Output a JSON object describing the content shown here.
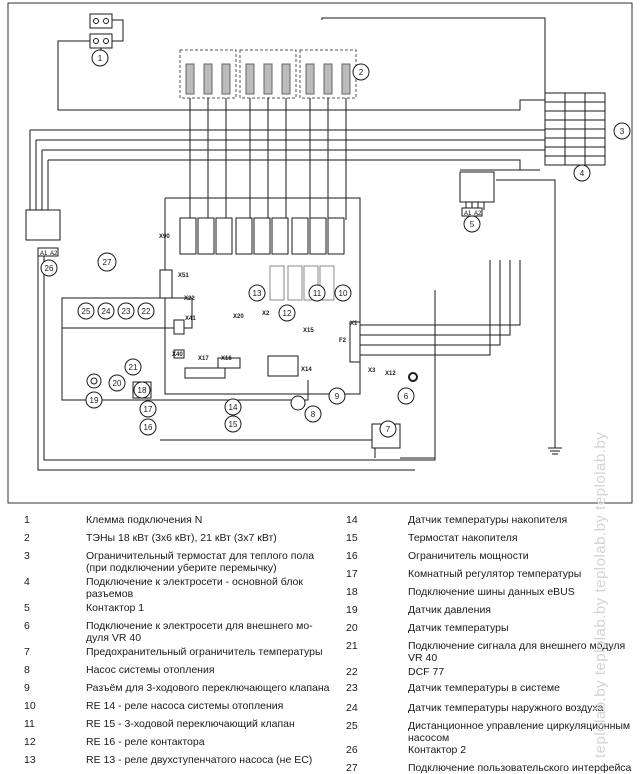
{
  "callouts": [
    "1",
    "2",
    "3",
    "4",
    "5",
    "6",
    "7",
    "8",
    "9",
    "10",
    "11",
    "12",
    "13",
    "14",
    "15",
    "16",
    "17",
    "18",
    "19",
    "20",
    "21",
    "22",
    "23",
    "24",
    "25",
    "26",
    "27"
  ],
  "board_labels": {
    "x90": "X90",
    "x51": "X51",
    "x22": "X22",
    "x41": "X41",
    "x40": "X40",
    "x20": "X20",
    "x2": "X2",
    "x15": "X15",
    "x14": "X14",
    "x17": "X17",
    "x16": "X16",
    "x1": "X1",
    "x3": "X3",
    "x12": "X12",
    "f2": "F2",
    "term_a1": "A1",
    "term_a2": "A2"
  },
  "legend": [
    {
      "num": "1",
      "text": "Клемма подключения N"
    },
    {
      "num": "2",
      "text": "ТЭНы 18 кВт (3х6 кВт), 21 кВт (3х7 кВт)"
    },
    {
      "num": "3",
      "text": "Ограничительный термостат для теплого пола\n(при подключении уберите перемычку)"
    },
    {
      "num": "4",
      "text": "Подключение к электросети - основной блок\nразъемов"
    },
    {
      "num": "5",
      "text": "Контактор 1"
    },
    {
      "num": "6",
      "text": "Подключение к электросети для внешнего мо-\nдуля VR 40"
    },
    {
      "num": "7",
      "text": "Предохранительный ограничитель температуры"
    },
    {
      "num": "8",
      "text": "Насос системы отопления"
    },
    {
      "num": "9",
      "text": "Разъём для 3-ходового переключающего клапана"
    },
    {
      "num": "10",
      "text": "RE 14 - реле насоса системы отопления"
    },
    {
      "num": "11",
      "text": "RE 15 - 3-ходовой переключающий клапан"
    },
    {
      "num": "12",
      "text": "RE 16 - реле контактора"
    },
    {
      "num": "13",
      "text": "RE 13 - реле двухступенчатого насоса (не ЕС)"
    },
    {
      "num": "14",
      "text": "Датчик температуры накопителя"
    },
    {
      "num": "15",
      "text": "Термостат накопителя"
    },
    {
      "num": "16",
      "text": "Ограничитель мощности"
    },
    {
      "num": "17",
      "text": "Комнатный регулятор температуры"
    },
    {
      "num": "18",
      "text": "Подключение шины данных eBUS"
    },
    {
      "num": "19",
      "text": "Датчик давления"
    },
    {
      "num": "20",
      "text": "Датчик температуры"
    },
    {
      "num": "21",
      "text": "Подключение сигнала для внешнего модуля\nVR 40"
    },
    {
      "num": "22",
      "text": "DCF 77"
    },
    {
      "num": "23",
      "text": "Датчик температуры в системе"
    },
    {
      "num": "24",
      "text": "Датчик температуры наружного воздуха"
    },
    {
      "num": "25",
      "text": "Дистанционное управление циркуляционным\nнасосом"
    },
    {
      "num": "26",
      "text": "Контактор 2"
    },
    {
      "num": "27",
      "text": "Подключение пользовательского интерфейса"
    }
  ],
  "watermark": "teplolab.by teplolab.by teplolab.by teplolab.by",
  "colors": {
    "line": "#1a1a1a",
    "frame": "#333333",
    "dashed": "#555555"
  }
}
